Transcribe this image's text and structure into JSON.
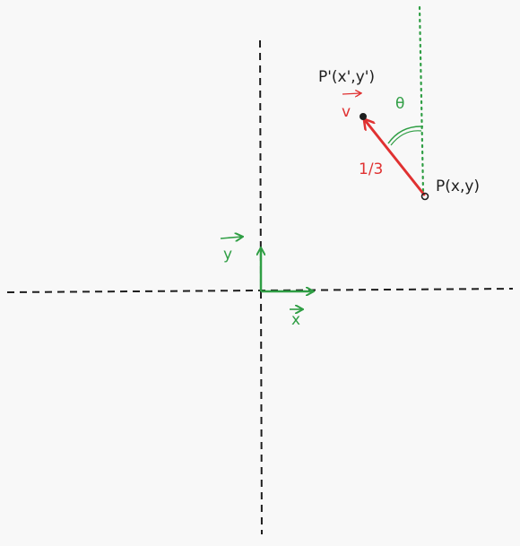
{
  "diagram": {
    "colors": {
      "background": "#f8f8f8",
      "axis": "#1e1e1e",
      "vector": "#e03131",
      "basis": "#2f9e44",
      "reference": "#2f9e44"
    },
    "labels": {
      "point_p": "P(x,y)",
      "point_p_prime": "P'(x',y')",
      "vector_name": "v",
      "vector_length": "1/3",
      "angle": "θ",
      "basis_x": "x",
      "basis_y": "y"
    },
    "icons": {
      "point_p": "hollow-circle",
      "point_p_prime": "filled-dot"
    }
  }
}
